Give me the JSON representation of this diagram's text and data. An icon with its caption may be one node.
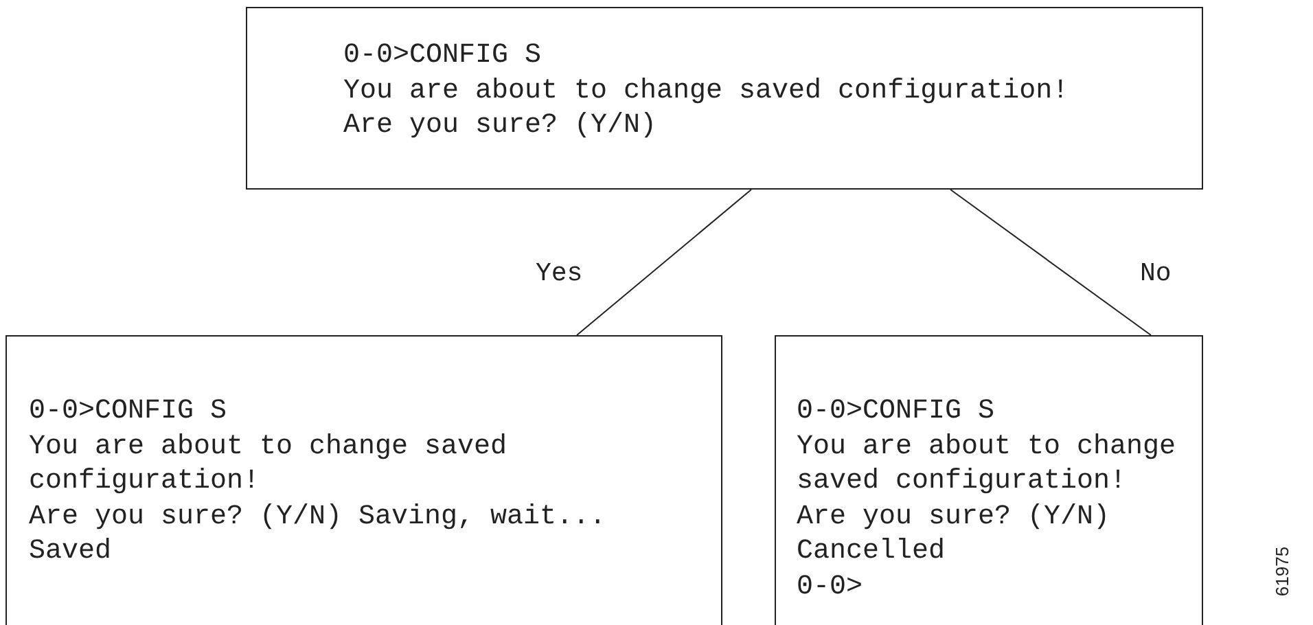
{
  "diagram": {
    "nodes": [
      {
        "text": [
          "0-0>CONFIG S",
          "You are about to change saved configuration!",
          "Are you sure? (Y/N)"
        ]
      },
      {
        "text": [
          "0-0>CONFIG S",
          "You are about to change saved configuration!",
          "Are you sure? (Y/N) Saving, wait...",
          "Saved"
        ]
      },
      {
        "text": [
          "0-0>CONFIG S",
          "You are about to change saved configuration!",
          "Are you sure? (Y/N)",
          "Cancelled",
          "0-0>"
        ]
      }
    ],
    "edges": [
      {
        "from": 0,
        "to": 1,
        "arrow": "none",
        "label": "Yes"
      },
      {
        "from": 0,
        "to": 2,
        "arrow": "none",
        "label": "No"
      }
    ],
    "labels": [
      "61975"
    ]
  }
}
